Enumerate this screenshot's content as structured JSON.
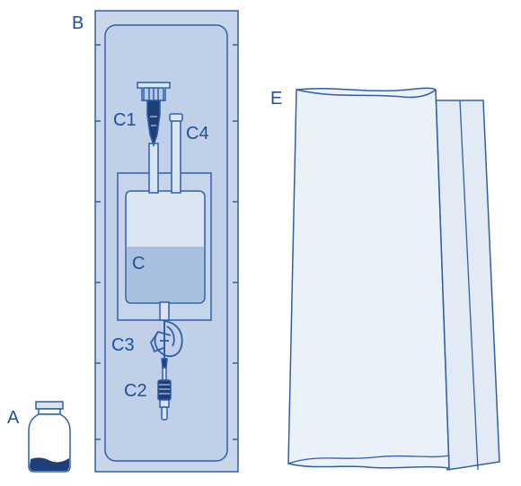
{
  "labels": {
    "vial": "A",
    "tray": "B",
    "bag": "C",
    "port_c1": "C1",
    "port_c2": "C2",
    "clamp_c3": "C3",
    "port_c4": "C4",
    "overpouch": "E"
  },
  "colors": {
    "stroke": "#2f5fa8",
    "tray_fill": "#c9d6ea",
    "tray_inner": "#bfd0e8",
    "bag_fill": "#dbe5f2",
    "liquid": "#a8c0e0",
    "pouch_fill": "#ebf1f9",
    "label": "#1f4f9a"
  }
}
